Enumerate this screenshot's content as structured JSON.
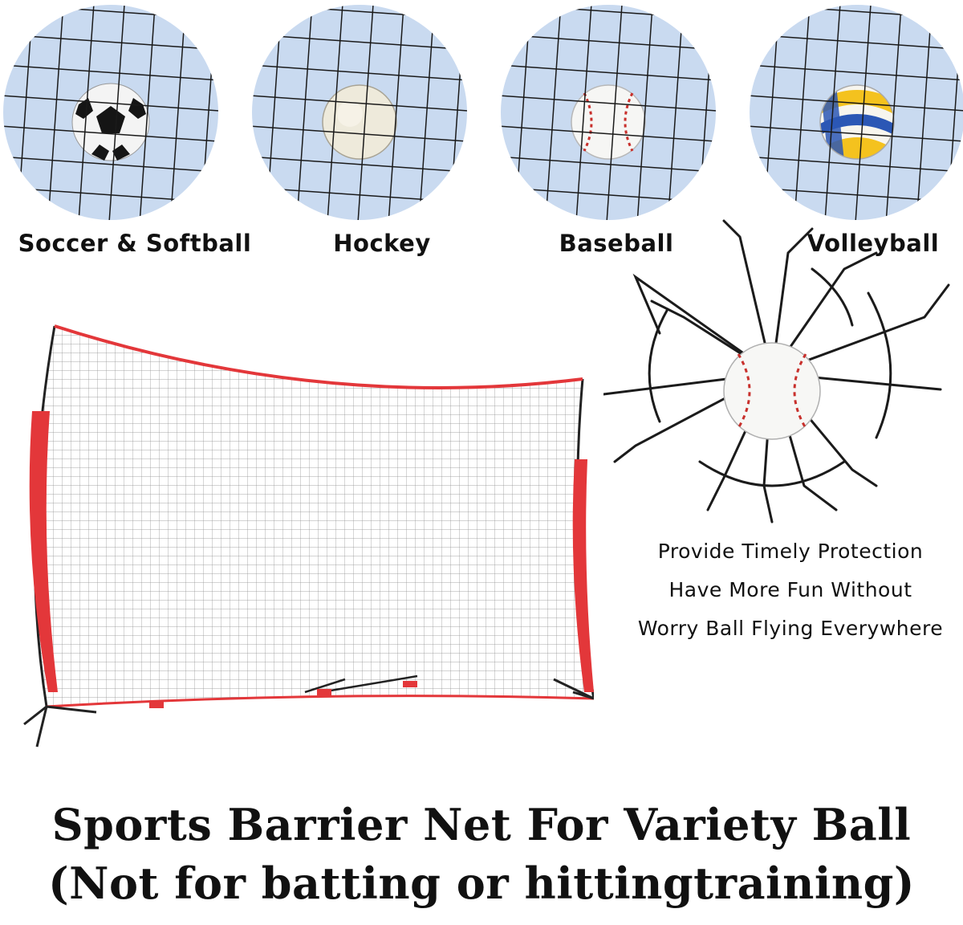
{
  "sports": [
    {
      "label": "Soccer & Softball",
      "ball_icon": "soccer-ball-icon"
    },
    {
      "label": "Hockey",
      "ball_icon": "hockey-ball-icon"
    },
    {
      "label": "Baseball",
      "ball_icon": "baseball-icon"
    },
    {
      "label": "Volleyball",
      "ball_icon": "volleyball-icon"
    }
  ],
  "protection_text": [
    "Provide Timely Protection",
    "Have More Fun Without",
    "Worry Ball Flying Everywhere"
  ],
  "headline": [
    "Sports Barrier Net For Variety Ball",
    "(Not for batting or hittingtraining)"
  ],
  "colors": {
    "sky": "#c9daf0",
    "net_line": "#1a1a1a",
    "net_frame_red": "#e3373a",
    "baseball_stitch": "#c8302c",
    "volleyball_yellow": "#f4c21e",
    "volleyball_blue": "#2b57b5"
  }
}
